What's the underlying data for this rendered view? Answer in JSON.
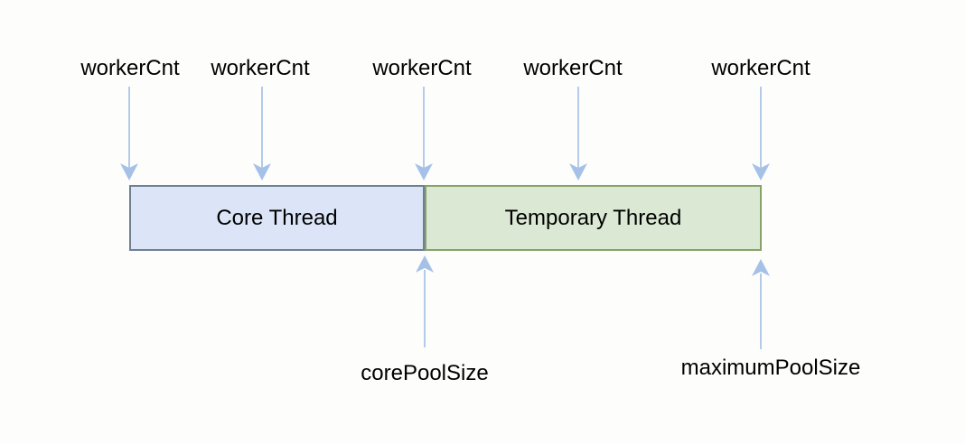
{
  "diagram": {
    "top_labels": [
      {
        "text": "workerCnt"
      },
      {
        "text": "workerCnt"
      },
      {
        "text": "workerCnt"
      },
      {
        "text": "workerCnt"
      },
      {
        "text": "workerCnt"
      }
    ],
    "bar": {
      "sections": [
        {
          "label": "Core Thread",
          "fill": "#dbe5f7",
          "border": "#6e8093"
        },
        {
          "label": "Temporary Thread",
          "fill": "#dbe9d4",
          "border": "#87a269"
        }
      ]
    },
    "bottom_labels": [
      {
        "text": "corePoolSize"
      },
      {
        "text": "maximumPoolSize"
      }
    ],
    "colors": {
      "arrow_line": "#b3cbe9",
      "arrow_head": "#a5c1e7",
      "text": "#000000",
      "background": "#fdfdfc"
    }
  }
}
